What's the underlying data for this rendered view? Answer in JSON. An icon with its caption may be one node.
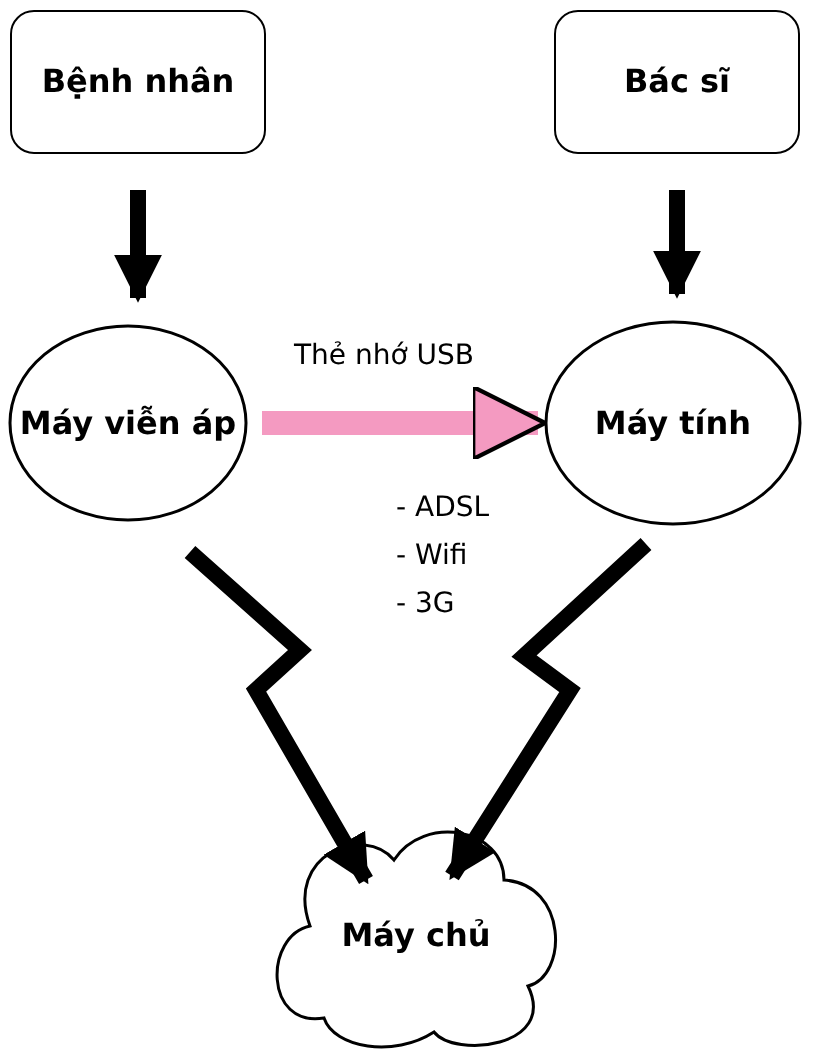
{
  "diagram": {
    "nodes": [
      {
        "text": [
          "Bệnh nhân"
        ]
      },
      {
        "text": [
          "Bác sĩ"
        ]
      },
      {
        "text": [
          "Máy viễn áp"
        ]
      },
      {
        "text": [
          "Máy tính"
        ]
      },
      {
        "text": [
          "Máy chủ"
        ]
      }
    ],
    "edges": [
      {
        "from": 0,
        "to": 2,
        "arrow": "to"
      },
      {
        "from": 1,
        "to": 3,
        "arrow": "to"
      },
      {
        "from": 2,
        "to": 3,
        "arrow": "to",
        "label": "Thẻ nhớ USB",
        "color": "#f49ac1"
      },
      {
        "from": 2,
        "to": 4,
        "arrow": "to"
      },
      {
        "from": 3,
        "to": 4,
        "arrow": "to"
      }
    ],
    "labels": [
      "- ADSL",
      "- Wifi",
      "- 3G"
    ]
  }
}
